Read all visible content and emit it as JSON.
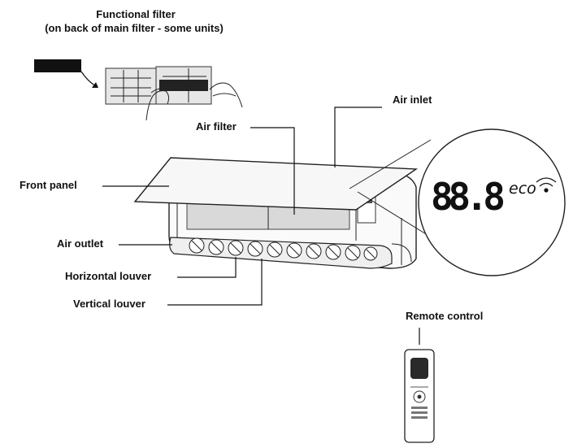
{
  "labels": {
    "functional_filter_line1": "Functional filter",
    "functional_filter_line2": "(on back of main filter - some units)",
    "air_inlet": "Air inlet",
    "air_filter": "Air filter",
    "front_panel": "Front panel",
    "air_outlet": "Air outlet",
    "horizontal_louver": "Horizontal louver",
    "vertical_louver": "Vertical louver",
    "remote_control": "Remote control"
  },
  "display": {
    "digits": "88.8",
    "eco": "eco",
    "wifi_icon": "wifi-icon"
  },
  "colors": {
    "ink": "#111111",
    "filter_dark": "#222222",
    "panel_fill": "#f2f2f2",
    "unit_shade": "#d9d9d9"
  }
}
